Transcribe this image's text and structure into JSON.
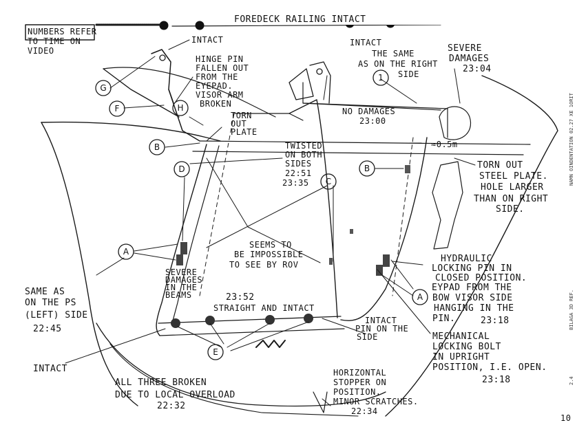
{
  "title": "FOREDECK RAILING INTACT",
  "legend": [
    "NUMBERS REFER",
    "TO TIME ON",
    "VIDEO"
  ],
  "callouts": {
    "G": "G",
    "F": "F",
    "H": "H",
    "B1": "B",
    "B2": "B",
    "D": "D",
    "C": "C",
    "A1": "A",
    "A2": "A",
    "E": "E",
    "one": "1"
  },
  "notes": {
    "intact_top": "INTACT",
    "hinge_pin": [
      "HINGE PIN",
      "FALLEN OUT",
      "FROM THE",
      "EYEPAD.",
      "VISOR ARM",
      "BROKEN"
    ],
    "intact_right": [
      "INTACT",
      "THE SAME",
      "AS ON THE RIGHT",
      "SIDE"
    ],
    "severe_top": [
      "SEVERE",
      "DAMAGES",
      "23:04"
    ],
    "no_damages": [
      "NO DAMAGES",
      "23:00"
    ],
    "torn_plate": [
      "TORN",
      "OUT",
      "PLATE"
    ],
    "twisted": [
      "TWISTED",
      "ON BOTH",
      "SIDES",
      "22:51",
      "23:35"
    ],
    "dist": "≈0.5m",
    "torn_steel": [
      "TORN OUT",
      "STEEL PLATE.",
      "HOLE LARGER",
      "THAN ON RIGHT",
      "SIDE."
    ],
    "seems": [
      "SEEMS TO",
      "BE IMPOSSIBLE",
      "TO SEE BY ROV"
    ],
    "hydraulic": [
      "HYDRAULIC",
      "LOCKING PIN IN",
      "CLOSED POSITION.",
      "EYPAD FROM THE",
      "BOW VISOR SIDE",
      "HANGING IN THE",
      "PIN.",
      "23:18"
    ],
    "same_as": [
      "SAME AS",
      "ON THE PS",
      "(LEFT) SIDE",
      "22:45"
    ],
    "severe_beams": [
      "SEVERE",
      "DAMAGES",
      "IN THE",
      "BEAMS"
    ],
    "time_2352": "23:52",
    "straight": "STRAIGHT AND INTACT",
    "intact_pin": [
      "INTACT",
      "PIN ON THE",
      "SIDE"
    ],
    "mechanical": [
      "MECHANICAL",
      "LOCKING BOLT",
      "IN UPRIGHT",
      "POSITION, I.E. OPEN.",
      "23:18"
    ],
    "intact_low": "INTACT",
    "all_three": [
      "ALL THREE BROKEN",
      "DUE TO LOCAL OVERLOAD",
      "22:32"
    ],
    "horizontal": [
      "HORIZONTAL",
      "STOPPER ON",
      "POSITION.",
      "MINOR SCRATCHES.",
      "22:34"
    ]
  },
  "side_text": [
    "NAMN OINDENTATION 02.27 XE 1ORIT",
    "BILAGA 3D REF.",
    "2.4"
  ],
  "page_mark": "10"
}
